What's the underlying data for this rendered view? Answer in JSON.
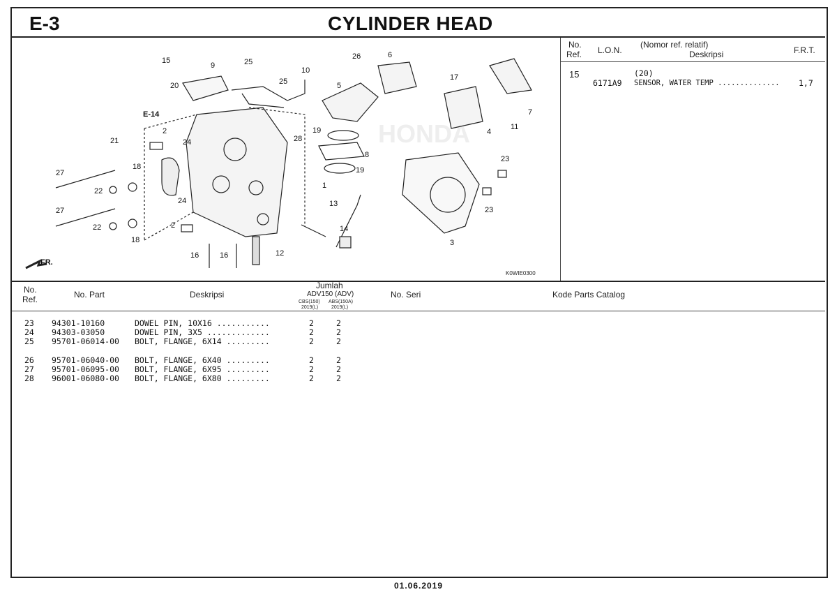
{
  "header": {
    "section_code": "E-3",
    "title": "CYLINDER HEAD"
  },
  "diagram": {
    "callouts": [
      "15",
      "20",
      "9",
      "25",
      "25",
      "10",
      "26",
      "6",
      "5",
      "17",
      "7",
      "E-14",
      "21",
      "2",
      "24",
      "28",
      "19",
      "4",
      "11",
      "8",
      "19",
      "23",
      "27",
      "18",
      "22",
      "1",
      "24",
      "23",
      "27",
      "22",
      "18",
      "13",
      "2",
      "14",
      "16",
      "16",
      "12",
      "3",
      "FR."
    ],
    "image_code": "K0WIE0300",
    "watermark": "HONDA"
  },
  "frt_panel": {
    "headers": {
      "no": "No.",
      "ref": "Ref.",
      "lon": "L.O.N.",
      "nomor": "(Nomor ref. relatif)",
      "deskripsi": "Deskripsi",
      "frt": "F.R.T."
    },
    "rows": [
      {
        "ref": "15",
        "relative": "(20)",
        "lon": "6171A9",
        "desc": "SENSOR, WATER TEMP ..............",
        "frt": "1,7"
      }
    ]
  },
  "parts_table": {
    "headers": {
      "no": "No.",
      "ref": "Ref.",
      "part": "No. Part",
      "desc": "Deskripsi",
      "jumlah": "Jumlah",
      "model": "ADV150 (ADV)",
      "col1": "CBS(150)",
      "col1_year": "2019(L)",
      "col2": "ABS(150A)",
      "col2_year": "2019(L)",
      "seri": "No. Seri",
      "catalog": "Kode Parts Catalog"
    },
    "rows": [
      {
        "ref": "23",
        "part": "94301-10160",
        "desc": "DOWEL PIN, 10X16 ...........",
        "q1": "2",
        "q2": "2"
      },
      {
        "ref": "24",
        "part": "94303-03050",
        "desc": "DOWEL PIN, 3X5 .............",
        "q1": "2",
        "q2": "2"
      },
      {
        "ref": "25",
        "part": "95701-06014-00",
        "desc": "BOLT, FLANGE, 6X14 .........",
        "q1": "2",
        "q2": "2"
      },
      {
        "ref": "26",
        "part": "95701-06040-00",
        "desc": "BOLT, FLANGE, 6X40 .........",
        "q1": "2",
        "q2": "2"
      },
      {
        "ref": "27",
        "part": "95701-06095-00",
        "desc": "BOLT, FLANGE, 6X95 .........",
        "q1": "2",
        "q2": "2"
      },
      {
        "ref": "28",
        "part": "96001-06080-00",
        "desc": "BOLT, FLANGE, 6X80 .........",
        "q1": "2",
        "q2": "2"
      }
    ]
  },
  "footer": {
    "date": "01.06.2019"
  }
}
